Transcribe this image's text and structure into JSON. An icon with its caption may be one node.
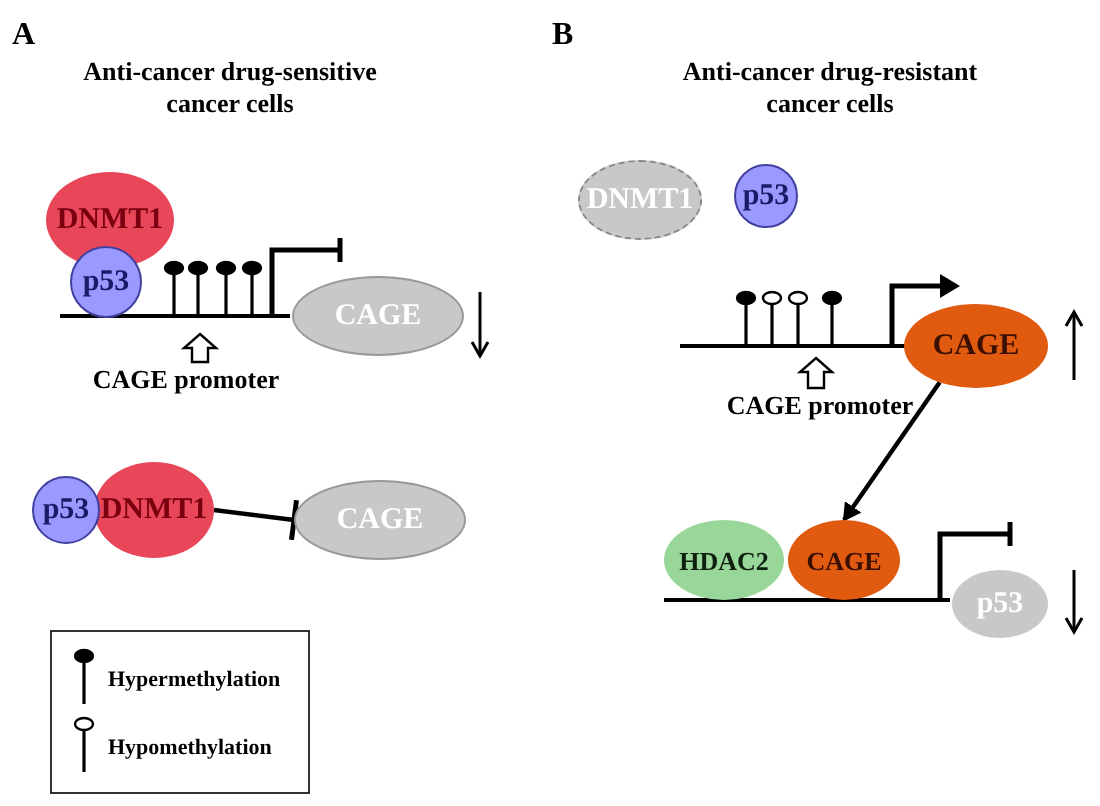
{
  "diagram": {
    "nodes": [
      {
        "text": [
          "DNMT1"
        ]
      },
      {
        "text": [
          "p53"
        ]
      },
      {
        "text": [
          "CAGE"
        ]
      },
      {
        "text": [
          "p53"
        ]
      },
      {
        "text": [
          "DNMT1"
        ]
      },
      {
        "text": [
          "CAGE"
        ]
      },
      {
        "text": [
          "DNMT1"
        ]
      },
      {
        "text": [
          "p53"
        ]
      },
      {
        "text": [
          "CAGE"
        ]
      },
      {
        "text": [
          "HDAC2"
        ]
      },
      {
        "text": [
          "CAGE"
        ]
      },
      {
        "text": [
          "p53"
        ]
      },
      {
        "text": [
          "CAGE promoter"
        ]
      },
      {
        "text": [
          "CAGE promoter"
        ]
      }
    ],
    "edges": [
      {
        "from": 4,
        "to": 5,
        "arrow": "other"
      },
      {
        "from": 8,
        "to": 10,
        "arrow": "to"
      },
      {
        "from": 12,
        "to": null,
        "arrow": "to"
      },
      {
        "from": 13,
        "to": null,
        "arrow": "to"
      }
    ],
    "labels": [
      "A",
      "Anti-cancer drug-sensitive cancer cells",
      "B",
      "Anti-cancer drug-resistant cancer cells"
    ],
    "legend": [
      {
        "text": "Hypermethylation"
      },
      {
        "text": "Hypomethylation"
      }
    ]
  }
}
